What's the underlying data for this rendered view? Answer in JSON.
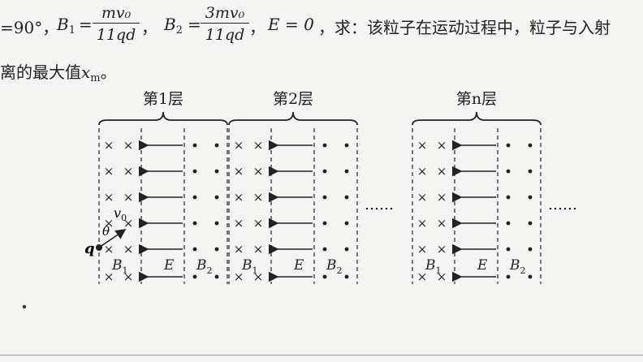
{
  "line1": {
    "angle_tail": "=90°，",
    "b1_label": "B",
    "b1_sub": "1",
    "eq": "=",
    "frac1_num": "mv₀",
    "frac1_den": "11qd",
    "comma1": "，",
    "b2_label": "B",
    "b2_sub": "2",
    "frac2_num": "3mv₀",
    "frac2_den": "11qd",
    "comma2": "，",
    "e_eq": "E = 0",
    "question": "，求：该粒子在运动过程中，粒子与入射"
  },
  "line2": {
    "text": "离的最大值",
    "xm": "x",
    "xm_sub": "m",
    "end": "。"
  },
  "diagram": {
    "layer_labels": [
      "第1层",
      "第2层",
      "第n层"
    ],
    "cross": "×",
    "dot": "•",
    "B1": "B",
    "B1_sub": "1",
    "B2": "B",
    "B2_sub": "2",
    "E": "E",
    "q": "q",
    "v0": "v",
    "v0_sub": "0",
    "theta": "θ",
    "ellipsis": "……"
  }
}
